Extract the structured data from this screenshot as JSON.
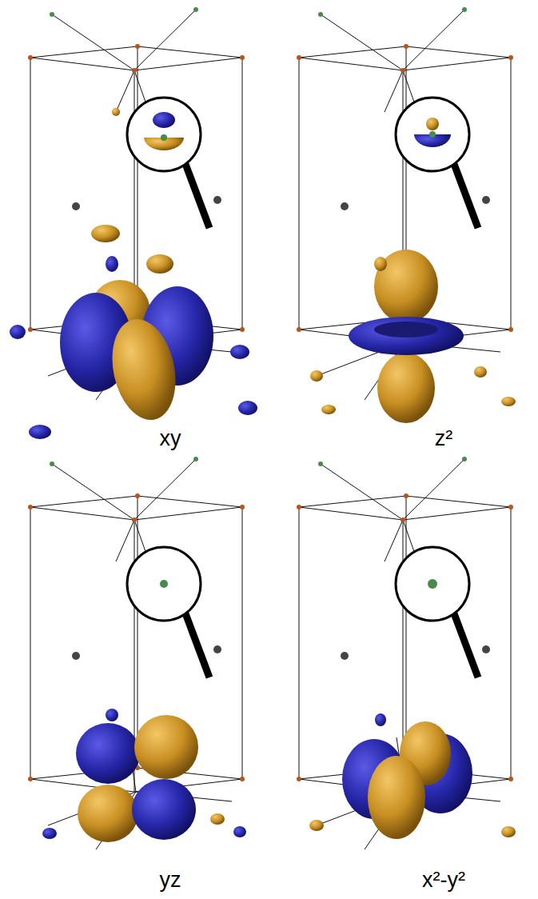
{
  "diagram": {
    "labels": [
      "xy",
      "z²",
      "yz",
      "x²-y²"
    ]
  }
}
